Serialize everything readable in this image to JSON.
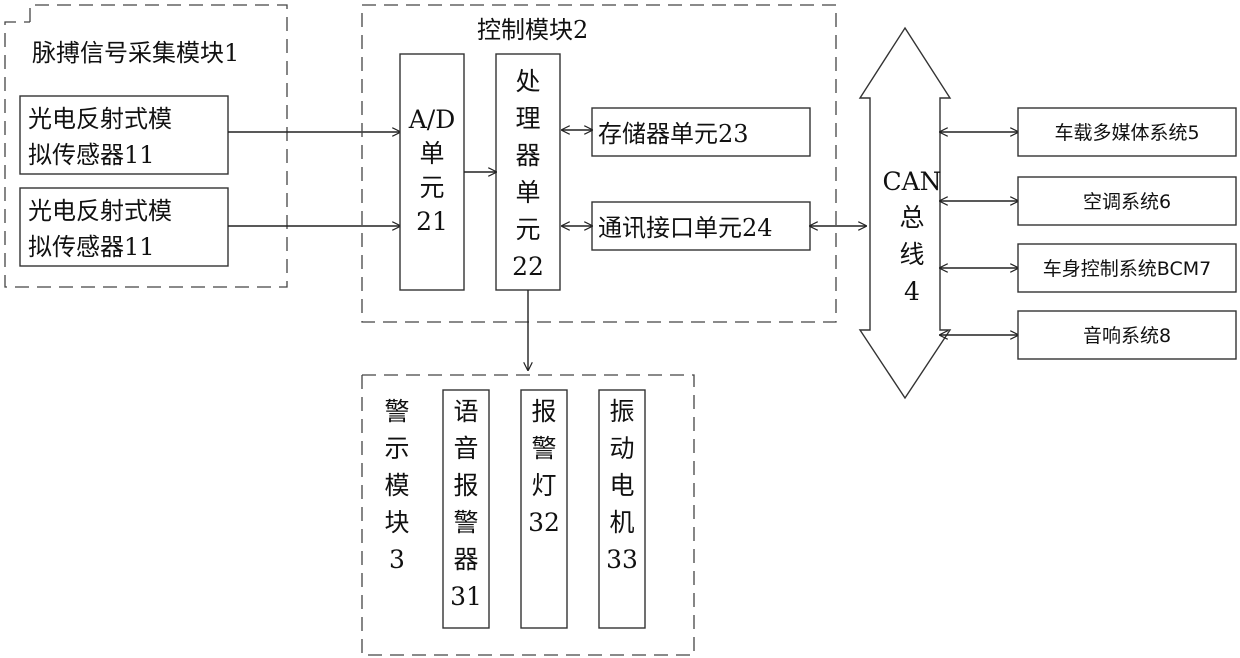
{
  "module1": {
    "title": "脉搏信号采集模块1",
    "sensor_a": [
      "光电反射式模",
      "拟传感器11"
    ],
    "sensor_b": [
      "光电反射式模",
      "拟传感器11"
    ]
  },
  "module2": {
    "title": "控制模块2",
    "ad_unit": [
      "A/D",
      "单",
      "元",
      "21"
    ],
    "processor": [
      "处",
      "理",
      "器",
      "单",
      "元",
      "22"
    ],
    "storage": "存储器单元23",
    "comm": "通讯接口单元24"
  },
  "can_bus": [
    "CAN",
    "总",
    "线",
    "4"
  ],
  "systems": [
    "车载多媒体系统5",
    "空调系统6",
    "车身控制系统BCM7",
    "音响系统8"
  ],
  "module3": {
    "title": [
      "警",
      "示",
      "模",
      "块",
      "3"
    ],
    "voice": [
      "语",
      "音",
      "报",
      "警",
      "器",
      "31"
    ],
    "lamp": [
      "报",
      "警",
      "灯",
      "32"
    ],
    "motor": [
      "振",
      "动",
      "电",
      "机",
      "33"
    ]
  }
}
